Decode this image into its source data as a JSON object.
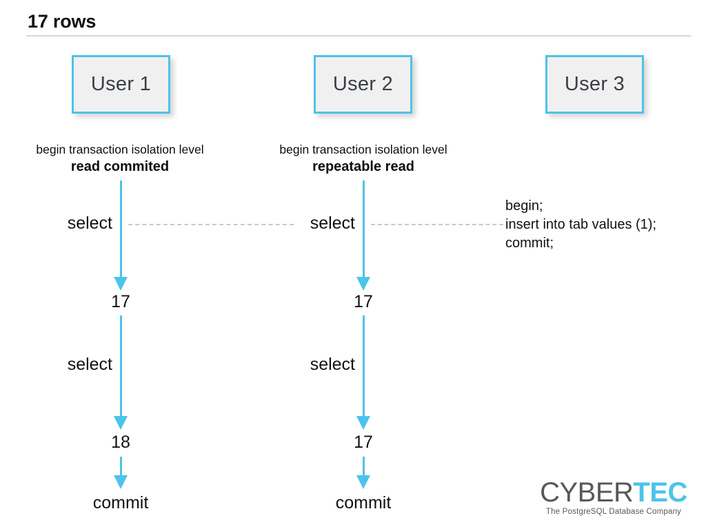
{
  "slide": {
    "title": "17 rows"
  },
  "columns": [
    {
      "id": "user-1",
      "box_label": "User 1",
      "isolation_prefix": "begin transaction isolation level",
      "isolation_level": "read commited",
      "steps": [
        {
          "kind": "label",
          "text": "select"
        },
        {
          "kind": "value",
          "text": "17"
        },
        {
          "kind": "label",
          "text": "select"
        },
        {
          "kind": "value",
          "text": "18"
        },
        {
          "kind": "label",
          "text": "commit"
        }
      ]
    },
    {
      "id": "user-2",
      "box_label": "User 2",
      "isolation_prefix": "begin transaction isolation level",
      "isolation_level": "repeatable read",
      "steps": [
        {
          "kind": "label",
          "text": "select"
        },
        {
          "kind": "value",
          "text": "17"
        },
        {
          "kind": "label",
          "text": "select"
        },
        {
          "kind": "value",
          "text": "17"
        },
        {
          "kind": "label",
          "text": "commit"
        }
      ]
    },
    {
      "id": "user-3",
      "box_label": "User 3",
      "sql": [
        "begin;",
        "insert into tab values (1);",
        "commit;"
      ]
    }
  ],
  "logo": {
    "word_dark": "CYBER",
    "word_accent": "TEC",
    "tagline": "The PostgreSQL Database Company"
  },
  "colors": {
    "accent": "#4cc3ea",
    "box_fill": "#f0f0f0",
    "box_text": "#3a3f47",
    "text": "#111111",
    "rule": "#d6d6d6",
    "dash": "#c9c9c9",
    "logo_dark": "#58585b"
  }
}
